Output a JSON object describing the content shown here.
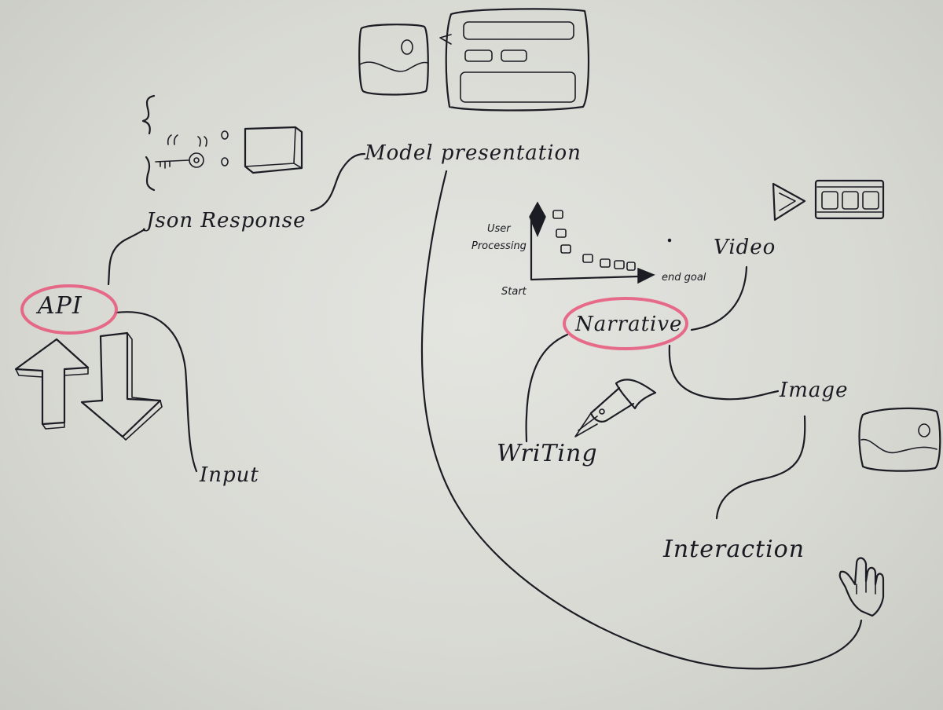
{
  "diagram": {
    "highlight_color": "#e8557a",
    "ink_color": "#1c1c24",
    "nodes": {
      "api": "API",
      "json_response": "Json Response",
      "input": "Input",
      "model_presentation": "Model presentation",
      "narrative": "Narrative",
      "video": "Video",
      "image": "Image",
      "writing": "WriTing",
      "interaction": "Interaction"
    },
    "mini_chart": {
      "y_label_line1": "User",
      "y_label_line2": "Processing",
      "start_label": "Start",
      "end_label": "end goal"
    },
    "icons": [
      "curly-brace-icon",
      "key-icon",
      "box-icon",
      "image-icon",
      "layout-card-icon",
      "play-icon",
      "film-strip-icon",
      "up-arrow-icon",
      "down-arrow-icon",
      "fountain-pen-icon",
      "pointing-hand-icon"
    ]
  }
}
